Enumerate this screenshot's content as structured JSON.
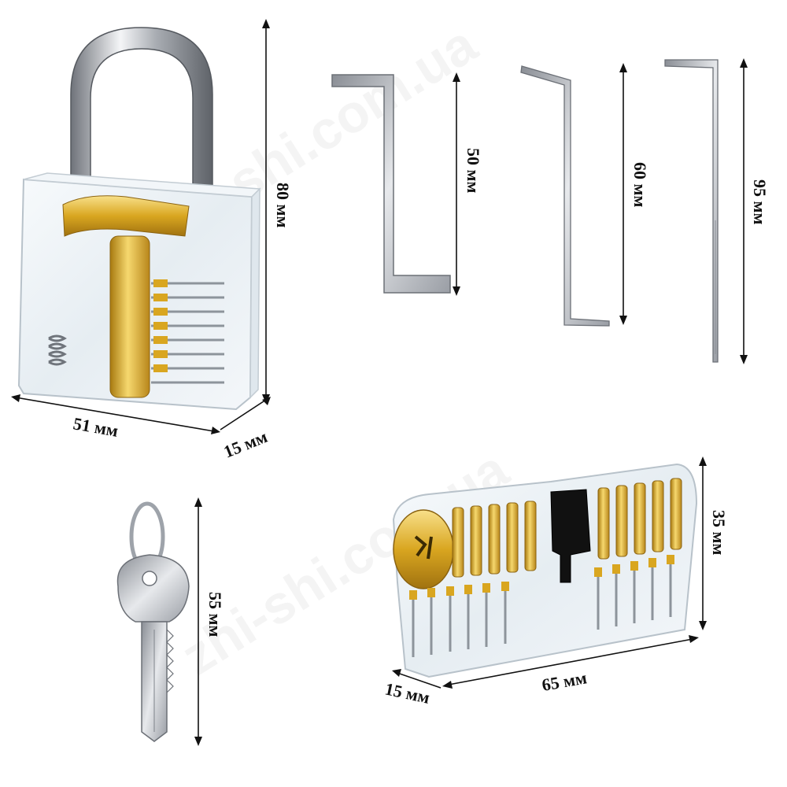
{
  "watermark": "zhi-shi.com.ua",
  "colors": {
    "brass": "#d9a620",
    "brass_light": "#f3d46a",
    "steel": "#b9bcc1",
    "steel_dark": "#7d8188",
    "acrylic": "#eef3f7",
    "ink": "#111111"
  },
  "padlock": {
    "height_label": "80 мм",
    "width_label": "51 мм",
    "depth_label": "15 мм"
  },
  "tension_wrench": {
    "height_label": "50 мм"
  },
  "hook_wrench": {
    "height_label": "60 мм"
  },
  "pick": {
    "height_label": "95 мм"
  },
  "key": {
    "height_label": "55 мм"
  },
  "cylinder": {
    "height_label": "35 мм",
    "width_label": "65 мм",
    "depth_label": "15 мм"
  }
}
